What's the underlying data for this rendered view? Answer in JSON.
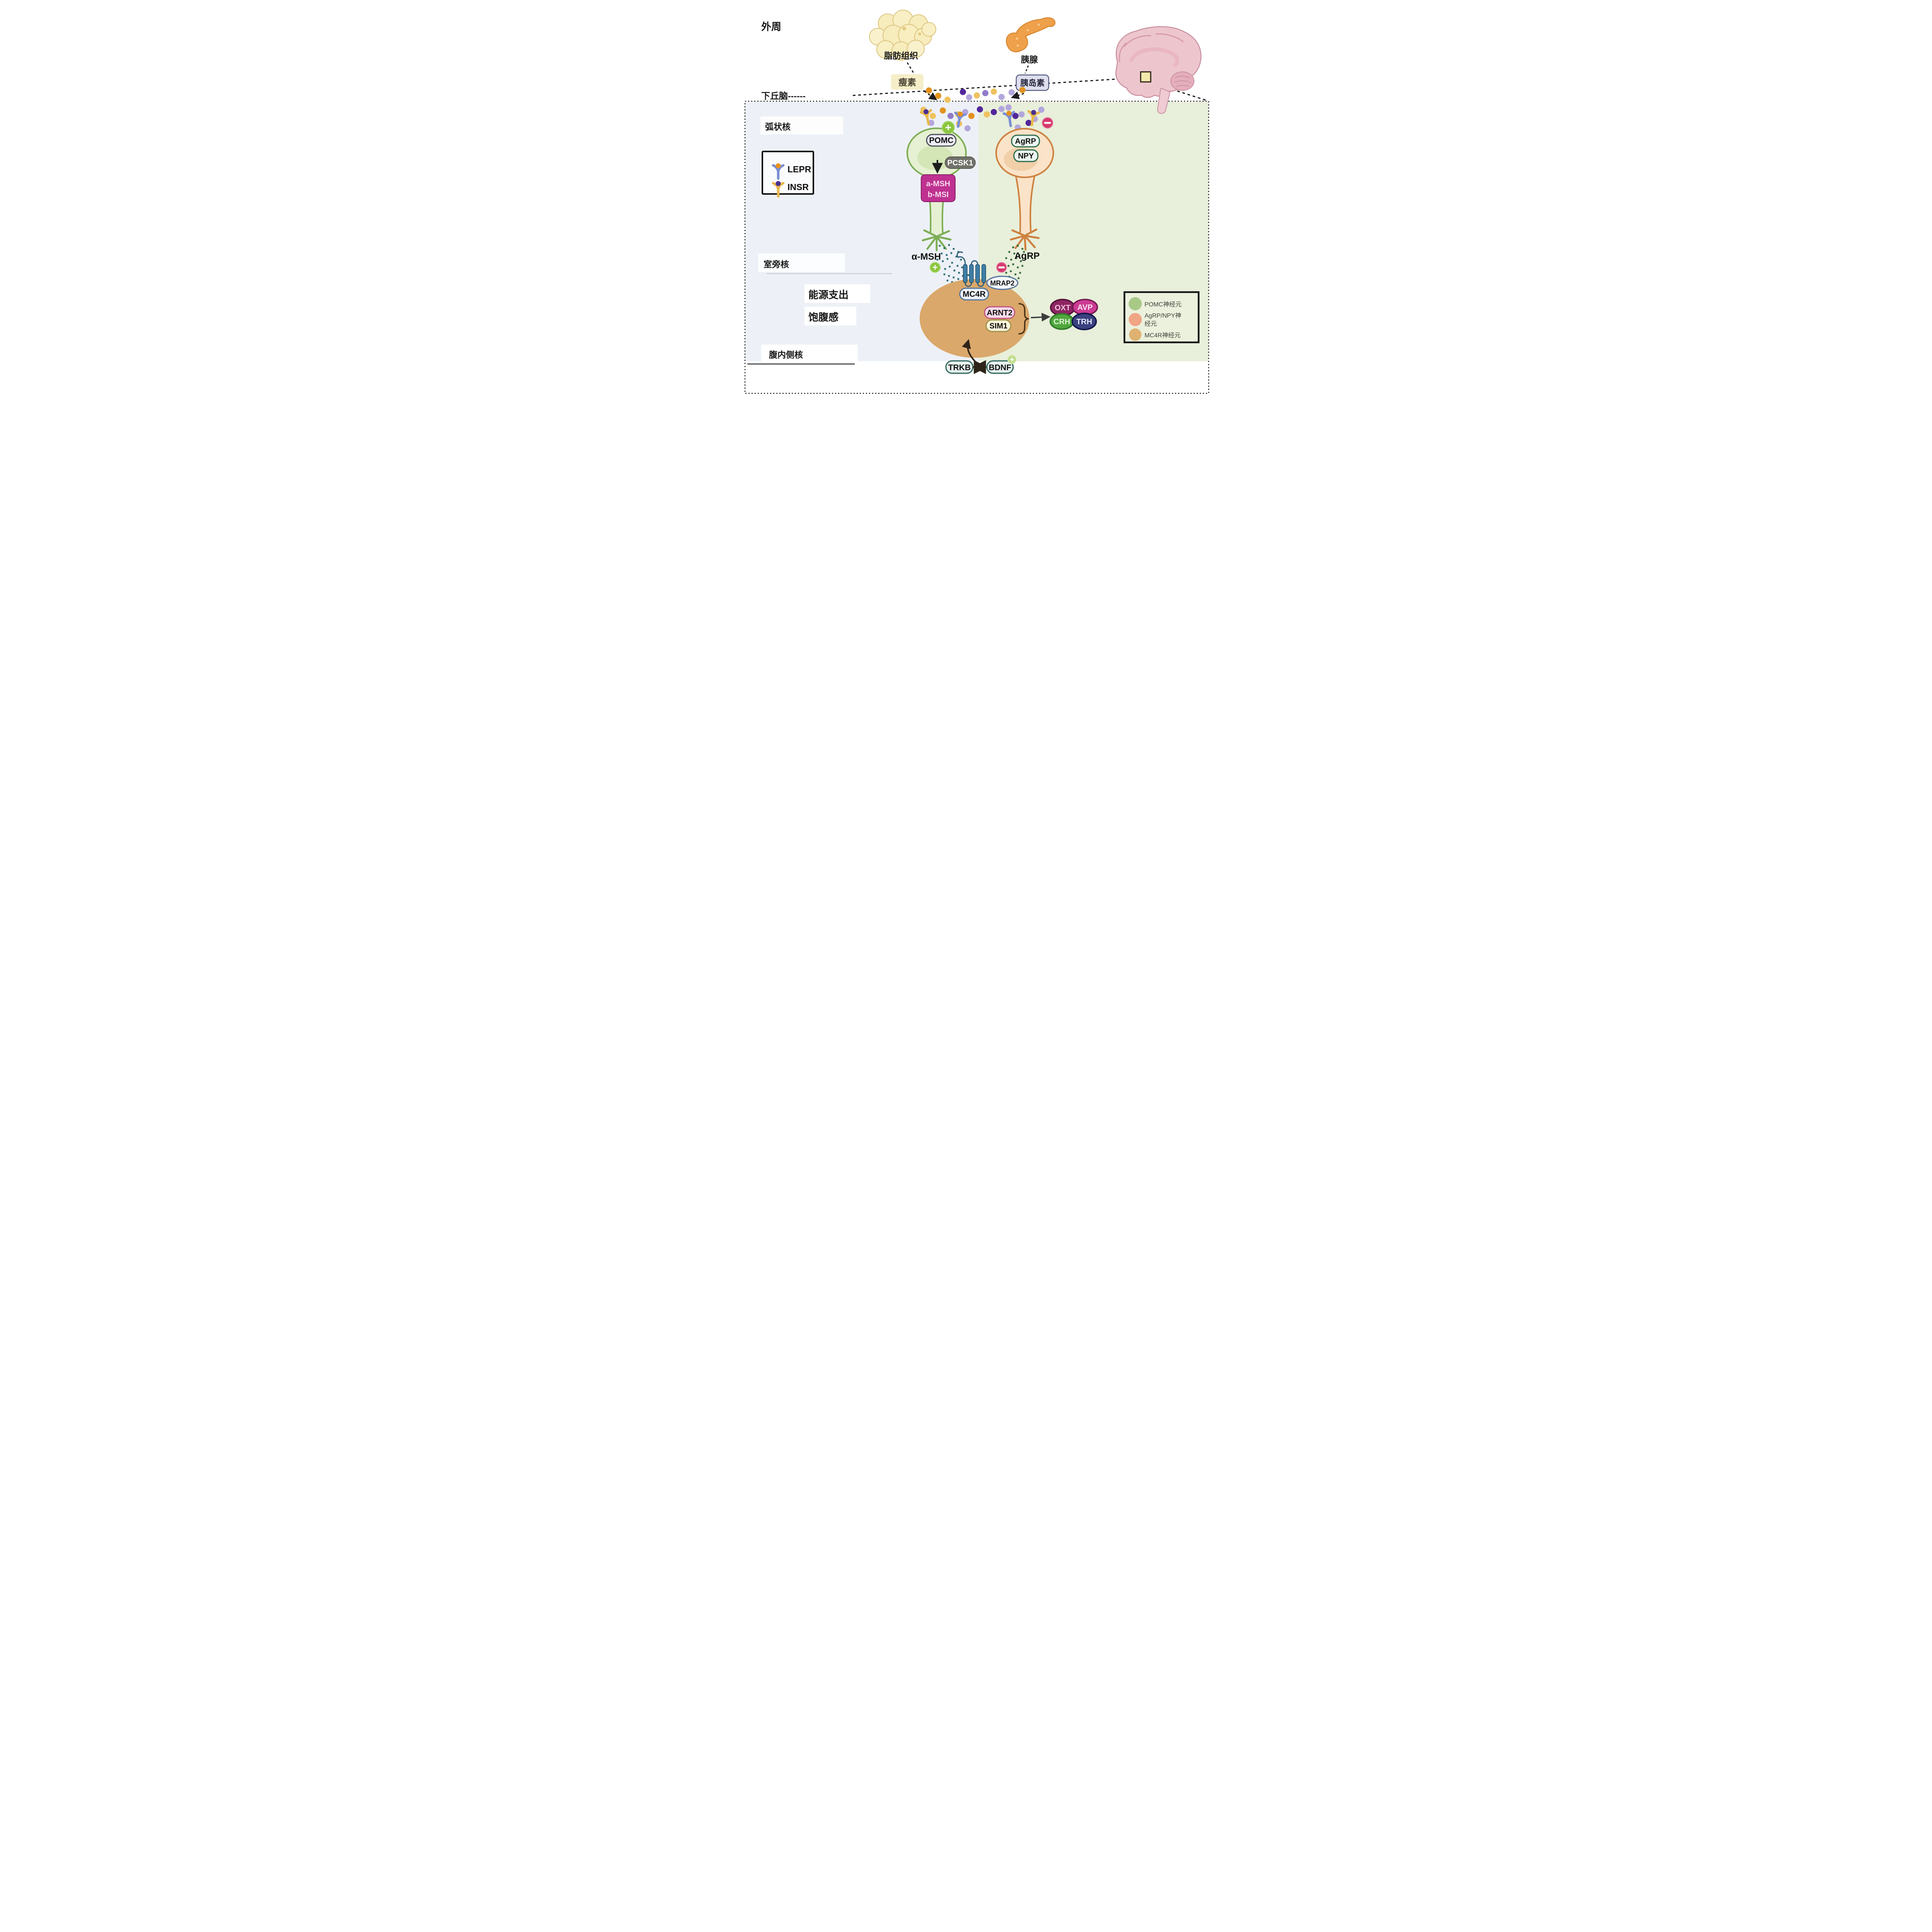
{
  "signs": {
    "plus": "+",
    "minus": "−"
  },
  "peripheral": {
    "title": "外周",
    "adipose": "脂肪组织",
    "leptin": "瘦素",
    "pancreas": "胰腺",
    "insulin": "胰岛素"
  },
  "hypothalamus": {
    "title": "下丘脑------",
    "arcuate": "弧状核",
    "paraventricular": "室旁核",
    "ventromedial": "腹内侧核",
    "function_line1": "能源支出",
    "function_line2": "饱腹感"
  },
  "receptor_key": {
    "lepr": "LEPR",
    "insr": "INSR"
  },
  "pomc_neuron": {
    "gene": "POMC",
    "enzyme": "PCSK1",
    "peptide1": "a-MSH",
    "peptide2": "b-MSI",
    "released": "α-MSH"
  },
  "agrp_neuron": {
    "gene1": "AgRP",
    "gene2": "NPY",
    "released": "AgRP"
  },
  "mc4r_neuron": {
    "receptor": "MC4R",
    "accessory": "MRAP2",
    "tf1": "ARNT2",
    "tf2": "SIM1"
  },
  "outputs": {
    "oxt": "OXT",
    "avp": "AVP",
    "crh": "CRH",
    "trh": "TRH"
  },
  "bdnf_signaling": {
    "receptor": "TRKB",
    "ligand": "BDNF"
  },
  "legend": {
    "pomc": "POMC神经元",
    "agrp_l1": "AgRP/NPY神",
    "agrp_l2": "经元",
    "mc4r": "MC4R神经元"
  },
  "colors": {
    "left_panel": "#edf1f7",
    "right_panel": "#e8efda",
    "pomc_fill": "#e6f0d2",
    "pomc_stroke": "#7dae55",
    "agrp_fill": "#fae3c8",
    "agrp_stroke": "#ce8140",
    "mc4r_fill": "#dba86b",
    "magenta_peptide": "#be3190",
    "plus_green": "#8cc63f",
    "minus_red": "#d63a6e",
    "lepr_blue": "#7b8fd4",
    "insr_gold": "#e8b84b",
    "leptin_dot_orange": "#e2921f",
    "insulin_dot_purple": "#53279a",
    "oxt": "#8e2563",
    "avp": "#cc3b93",
    "crh": "#50a73d",
    "trh": "#3a417f"
  }
}
